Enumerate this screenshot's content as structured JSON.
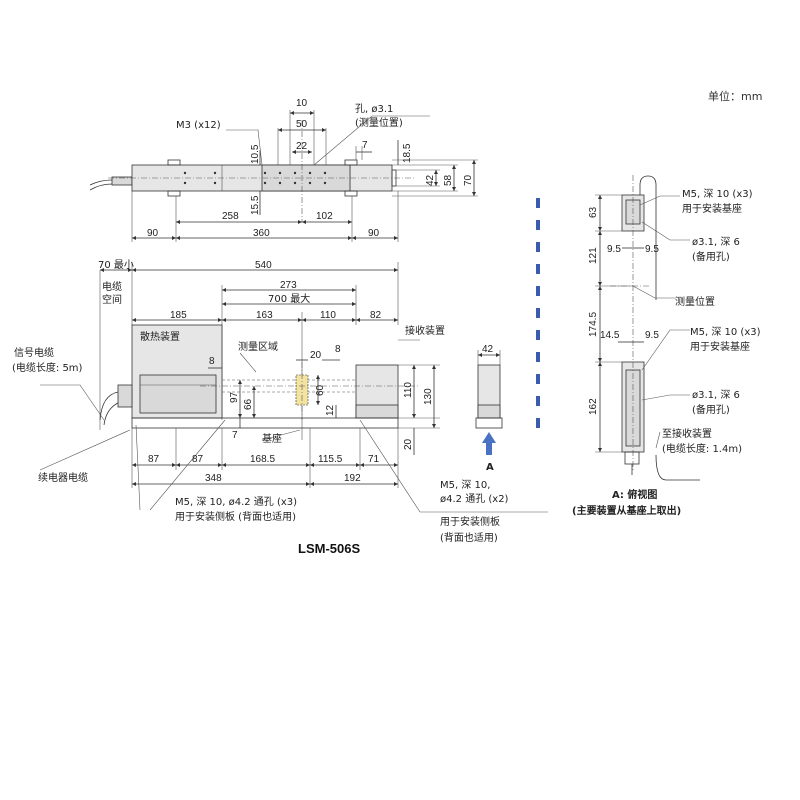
{
  "unit_label": "单位：mm",
  "model": "LSM-506S",
  "colors": {
    "accent_arrow": "#4a72c4",
    "dash_divider": "#3a5bb0",
    "body_gray": "#d9d9d9",
    "window_yellow": "#f2e3a0"
  },
  "top_view": {
    "labels": {
      "m3": "M3 (x12)",
      "hole": "孔, ø3.1",
      "hole_sub": "(测量位置)"
    },
    "dims": {
      "d10": "10",
      "d50": "50",
      "d22": "22",
      "d7": "7",
      "d10_5": "10.5",
      "d18_5": "18.5",
      "d15_5": "15.5",
      "d42": "42",
      "d58": "58",
      "d70": "70",
      "d258": "258",
      "d102": "102",
      "d90a": "90",
      "d360": "360",
      "d90b": "90"
    }
  },
  "front_view": {
    "labels": {
      "cable_space_min": "70 最小",
      "cable_space_1": "电缆",
      "cable_space_2": "空间",
      "heat_sink": "散热装置",
      "measure_zone": "测量区域",
      "receiver": "接收装置",
      "base": "基座",
      "signal_cable": "信号电缆",
      "signal_cable_len": "(电缆长度: 5m)",
      "relay_cable": "续电器电缆",
      "m5_left_1": "M5, 深  10, ø4.2 通孔  (x3)",
      "m5_left_2": "用于安装侧板  (背面也适用)",
      "m5_right_1": "M5, 深 10,",
      "m5_right_2": "ø4.2 通孔 (x2)",
      "m5_right_3": "用于安装侧板",
      "m5_right_4": "(背面也适用)",
      "max700": "700 最大",
      "arrow_a": "A"
    },
    "dims": {
      "d540": "540",
      "d273": "273",
      "d185": "185",
      "d163": "163",
      "d110": "110",
      "d82": "82",
      "d8a": "8",
      "d20a": "20",
      "d8b": "8",
      "d97": "97",
      "d66": "66",
      "d60": "60",
      "d7": "7",
      "d12": "12",
      "d110v": "110",
      "d130": "130",
      "d20v": "20",
      "d87a": "87",
      "d87b": "87",
      "d168_5": "168.5",
      "d115_5": "115.5",
      "d71": "71",
      "d348": "348",
      "d192": "192",
      "d42": "42"
    }
  },
  "side_view": {
    "labels": {
      "m5_top_1": "M5, 深 10 (x3)",
      "m5_top_2": "用于安装基座",
      "hole_top_1": "ø3.1, 深 6",
      "hole_top_2": "(备用孔)",
      "measure_pos": "测量位置",
      "m5_bot_1": "M5, 深 10 (x3)",
      "m5_bot_2": "用于安装基座",
      "hole_bot_1": "ø3.1, 深 6",
      "hole_bot_2": "(备用孔)",
      "to_receiver_1": "至接收装置",
      "to_receiver_2": "(电缆长度: 1.4m)",
      "title": "A: 俯视图",
      "subtitle": "(主要装置从基座上取出)"
    },
    "dims": {
      "d63": "63",
      "d121": "121",
      "d174_5": "174.5",
      "d162": "162",
      "d9_5a": "9.5",
      "d9_5b": "9.5",
      "d14_5": "14.5",
      "d9_5c": "9.5"
    }
  }
}
